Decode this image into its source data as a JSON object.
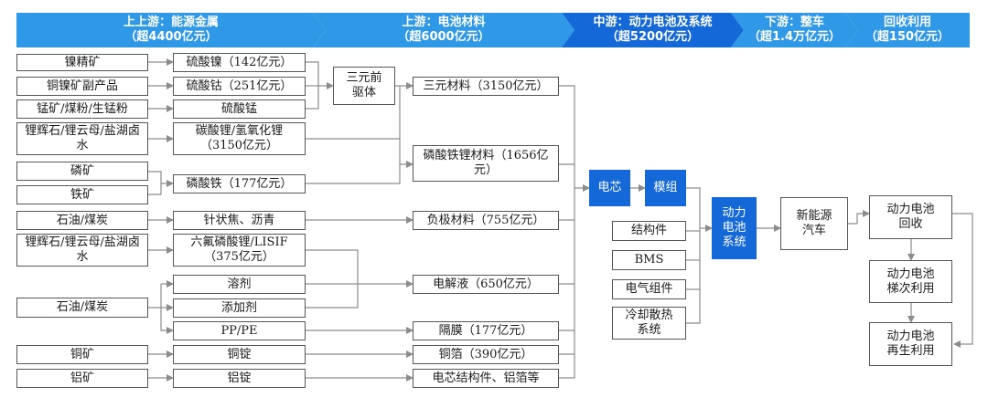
{
  "headers": {
    "upstream_energy": {
      "title": "上上游：能源金属",
      "value": "（超4400亿元）"
    },
    "upstream_materials": {
      "title": "上游：电池材料",
      "value": "（超6000亿元）"
    },
    "midstream": {
      "title": "中游：动力电池及系统",
      "value": "（超5200亿元）"
    },
    "downstream": {
      "title": "下游：整车",
      "value": "（超1.4万亿元）"
    },
    "recycling": {
      "title": "回收利用",
      "value": "（超150亿元）"
    }
  },
  "resources": {
    "nickel_concentrate": "镍精矿",
    "copper_nickel_byproduct": "铜镍矿副产品",
    "manganese_sources": "锰矿/煤粉/生锰粉",
    "lithium_sources_1": "锂辉石/锂云母/盐湖卤水",
    "phosphate_ore": "磷矿",
    "iron_ore": "铁矿",
    "oil_coal_1": "石油/煤炭",
    "lithium_sources_2": "锂辉石/锂云母/盐湖卤水",
    "oil_coal_2": "石油/煤炭",
    "copper_ore": "铜矿",
    "aluminum_ore": "铝矿"
  },
  "intermediates": {
    "nickel_sulfate": "硫酸镍（142亿元）",
    "cobalt_sulfate": "硫酸钴（251亿元）",
    "manganese_sulfate": "硫酸锰",
    "lithium_carbonate": "碳酸锂/氢氧化锂（3150亿元）",
    "iron_phosphate": "磷酸铁（177亿元）",
    "needle_coke": "针状焦、沥青",
    "lithium_hexafluorophosphate": "六氟磷酸锂/LISIF（375亿元）",
    "solvent": "溶剂",
    "additive": "添加剂",
    "pp_pe": "PP/PE",
    "copper_ingot": "铜锭",
    "aluminum_ingot": "铝锭",
    "ternary_precursor": "三元前驱体"
  },
  "materials": {
    "ternary_material": "三元材料（3150亿元）",
    "lfp_material": "磷酸铁锂材料（1656亿元）",
    "anode_material": "负极材料（755亿元）",
    "electrolyte": "电解液（650亿元）",
    "separator": "隔膜（177亿元）",
    "copper_foil": "铜箔（390亿元）",
    "cell_structure": "电芯结构件、铝箔等"
  },
  "midstream": {
    "cell": "电芯",
    "module": "模组",
    "structural_parts": "结构件",
    "bms": "BMS",
    "electrical_components": "电气组件",
    "cooling": "冷却散热系统",
    "battery_system": "动力电池系统"
  },
  "downstream": {
    "nev": "新能源汽车"
  },
  "recycling": {
    "recovery": "动力电池回收",
    "echelon_use": "动力电池梯次利用",
    "regeneration": "动力电池再生利用"
  },
  "colors": {
    "header_light": "#2f98e7",
    "header_dark": "#1468d8",
    "connector": "#8c8c8c"
  }
}
